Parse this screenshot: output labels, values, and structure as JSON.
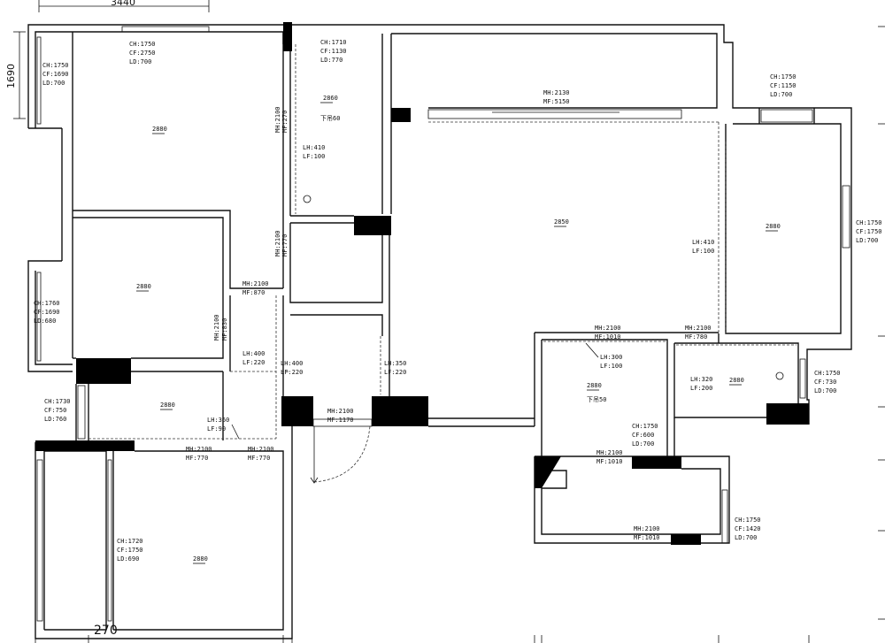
{
  "dimensions": {
    "top_width": "3440",
    "left_height": "1690",
    "bottom_width": "270"
  },
  "rooms": {
    "living": {
      "ceiling": "2850",
      "lh": "LH:410",
      "lf": "LF:100"
    },
    "top_left": {
      "ceiling": "2880"
    },
    "left_middle": {
      "ceiling": "2880"
    },
    "left_lower": {
      "ceiling": "2880"
    },
    "bottom_left": {
      "ceiling": "2880"
    },
    "top_center": {
      "ceiling": "2860",
      "drop": "下吊60"
    },
    "right_bed": {
      "ceiling": "2880"
    },
    "center_right": {
      "ceiling": "2880",
      "drop": "下吊50"
    },
    "bath_right": {
      "ceiling": "2880"
    }
  },
  "windows": {
    "w1": [
      "CH:1750",
      "CF:2750",
      "LD:700"
    ],
    "w2": [
      "CH:1750",
      "CF:1690",
      "LD:700"
    ],
    "w3": [
      "CH:1710",
      "CF:1130",
      "LD:770"
    ],
    "w4": [
      "CH:1750",
      "CF:1150",
      "LD:700"
    ],
    "w5": [
      "CH:1750",
      "CF:1750",
      "LD:700"
    ],
    "w6": [
      "CH:1760",
      "CF:1690",
      "LD:680"
    ],
    "w7": [
      "CH:1730",
      "CF:750",
      "LD:760"
    ],
    "w8": [
      "CH:1720",
      "CF:1750",
      "LD:690"
    ],
    "w9": [
      "CH:1750",
      "CF:730",
      "LD:700"
    ],
    "w10": [
      "CH:1750",
      "CF:600",
      "LD:700"
    ],
    "w11": [
      "CH:1750",
      "CF:1420",
      "LD:700"
    ]
  },
  "doors": {
    "d_top": [
      "MH:2130",
      "MF:5150"
    ],
    "d_tc_v": [
      "MH:2100",
      "MF:270"
    ],
    "d_tc_v2": [
      "MH:2100",
      "MF:770"
    ],
    "d_lm": [
      "MH:2100",
      "MF:870"
    ],
    "d_lm_v": [
      "MH:2100",
      "MF:830"
    ],
    "d_entry": [
      "MH:2100",
      "MF:1170"
    ],
    "d_b1": [
      "MH:2100",
      "MF:770"
    ],
    "d_b2": [
      "MH:2100",
      "MF:770"
    ],
    "d_cr": [
      "MH:2100",
      "MF:1010"
    ],
    "d_br": [
      "MH:2100",
      "MF:780"
    ],
    "d_k1": [
      "MH:2100",
      "MF:1010"
    ],
    "d_k2": [
      "MH:2100",
      "MF:1010"
    ]
  },
  "beams": {
    "b1": [
      "LH:400",
      "LF:220"
    ],
    "b2": [
      "LH:400",
      "LF:220"
    ],
    "b3": [
      "LH:350",
      "LF:220"
    ],
    "b4": [
      "LH:360",
      "LF:90"
    ],
    "b5": [
      "LH:410",
      "LF:100"
    ],
    "b6": [
      "LH:300",
      "LF:100"
    ],
    "b7": [
      "LH:320",
      "LF:200"
    ]
  }
}
